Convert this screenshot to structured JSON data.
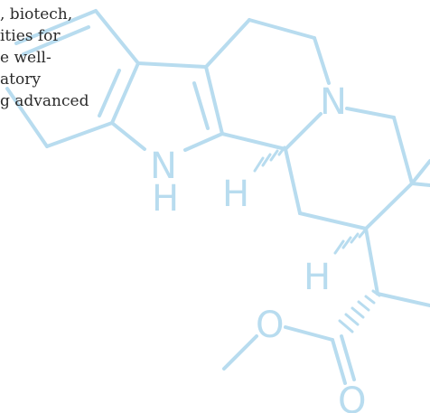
{
  "text_lines": [
    ", biotech,",
    "ities for",
    "e well-",
    "atory",
    "g advanced"
  ],
  "atoms": {
    "indole_n": "N",
    "indole_h": "H",
    "ring_n": "N",
    "stereo_h1": "H",
    "stereo_h2": "H",
    "ester_o": "O",
    "carbonyl_o": "O"
  },
  "colors": {
    "structure": "#b8dcef",
    "text": "#2a2a2a",
    "background": "#ffffff"
  }
}
